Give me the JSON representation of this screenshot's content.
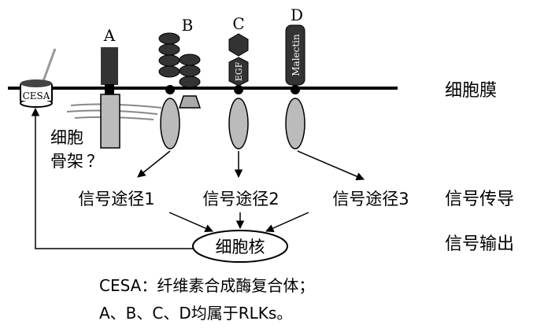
{
  "receptors": {
    "a": "A",
    "b": "B",
    "c": "C",
    "d": "D",
    "c_domain": "EGF",
    "d_domain": "Malectin"
  },
  "cesa_label": "CESA",
  "membrane_label": "细胞膜",
  "cytoskeleton": {
    "line1": "细胞",
    "line2": "骨架",
    "question": "？"
  },
  "pathways": [
    "信号途径1",
    "信号途径2",
    "信号途径3"
  ],
  "nucleus_label": "细胞核",
  "side_labels": {
    "transduction": "信号传导",
    "output": "信号输出"
  },
  "footnote": {
    "line1": "CESA：纤维素合成酶复合体；",
    "line2": "A、B、C、D均属于RLKs。"
  }
}
